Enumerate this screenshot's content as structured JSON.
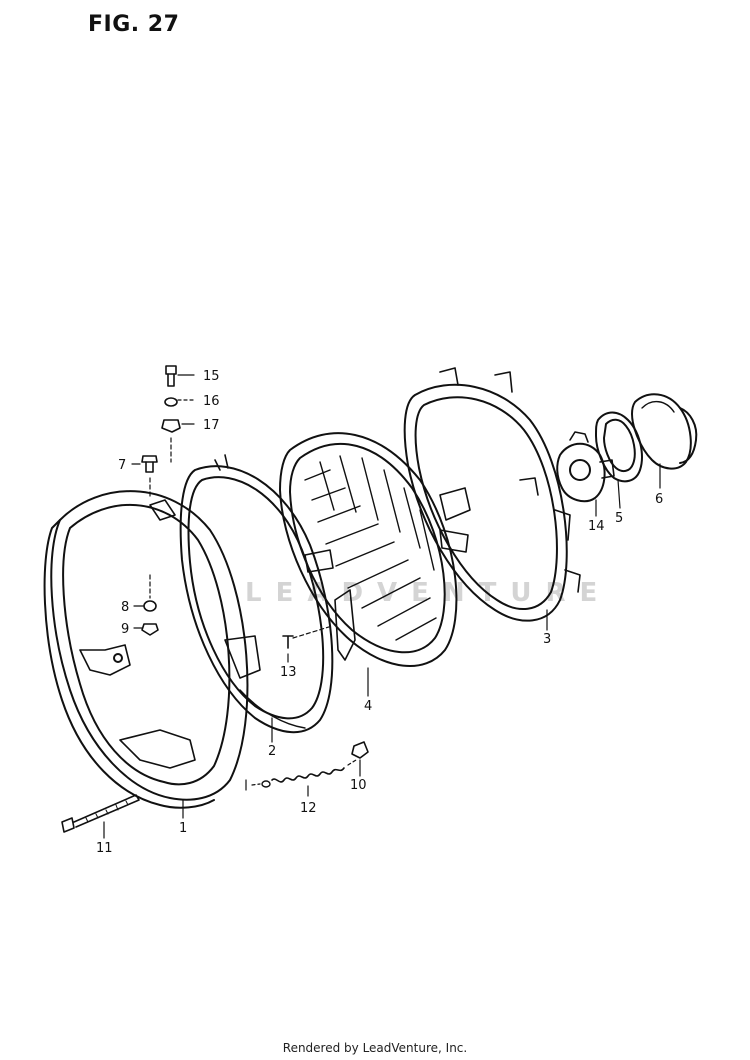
{
  "figure": {
    "title": "FIG. 27"
  },
  "watermark": "LEADVENTURE",
  "footer": "Rendered by LeadVenture, Inc.",
  "parts": [
    {
      "key": "p1",
      "number": "1"
    },
    {
      "key": "p2",
      "number": "2"
    },
    {
      "key": "p3",
      "number": "3"
    },
    {
      "key": "p4",
      "number": "4"
    },
    {
      "key": "p5",
      "number": "5"
    },
    {
      "key": "p6",
      "number": "6"
    },
    {
      "key": "p7",
      "number": "7"
    },
    {
      "key": "p8",
      "number": "8"
    },
    {
      "key": "p9",
      "number": "9"
    },
    {
      "key": "p10",
      "number": "10"
    },
    {
      "key": "p11",
      "number": "11"
    },
    {
      "key": "p12",
      "number": "12"
    },
    {
      "key": "p13",
      "number": "13"
    },
    {
      "key": "p14",
      "number": "14"
    },
    {
      "key": "p15",
      "number": "15"
    },
    {
      "key": "p16",
      "number": "16"
    },
    {
      "key": "p17",
      "number": "17"
    }
  ]
}
